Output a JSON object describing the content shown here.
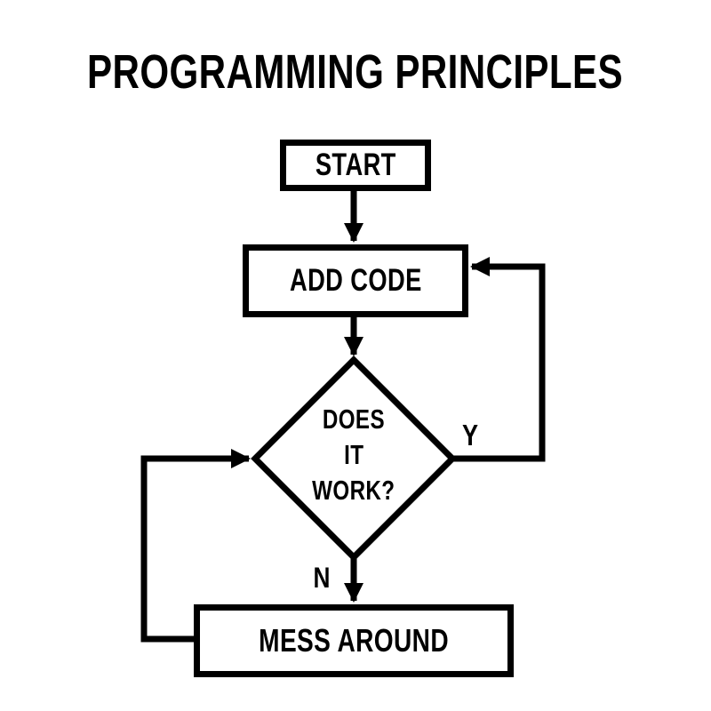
{
  "title": "PROGRAMMING PRINCIPLES",
  "flow": {
    "start": {
      "label": "START"
    },
    "add_code": {
      "label": "ADD CODE"
    },
    "decision": {
      "lines": [
        "DOES",
        "IT",
        "WORK?"
      ]
    },
    "mess_around": {
      "label": "MESS AROUND"
    },
    "edges": {
      "yes_label": "Y",
      "no_label": "N"
    }
  },
  "colors": {
    "ink": "#000000",
    "background": "#ffffff"
  }
}
